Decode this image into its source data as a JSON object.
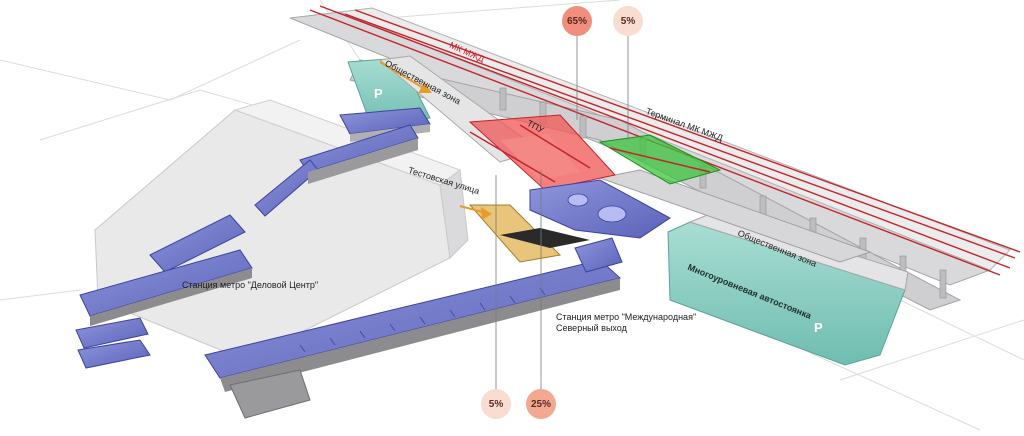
{
  "labels": {
    "mk_mzhd": "МК МЖД",
    "public_zone_top": "Общественная зона",
    "public_zone_bottom": "Общественная зона",
    "tpu": "ТПУ",
    "terminal": "Терминал МК МЖД",
    "testovskaya": "Тестовская улица",
    "metro_delovoy": "Станция метро \"Деловой Центр\"",
    "metro_mezhd_line1": "Станция метро \"Международная\"",
    "metro_mezhd_line2": "Северный выход",
    "parking_garage": "Многоуровневая автостоянка",
    "parking_sign_1": "P",
    "parking_sign_2": "P"
  },
  "percentages": {
    "top_large": "65%",
    "top_small": "5%",
    "bottom_left": "5%",
    "bottom_right": "25%"
  },
  "colors": {
    "red_zone": "#ef5b5b",
    "green_zone": "#3cc43c",
    "blue_structure": "#6b74c9",
    "teal_parking": "#7fc7bb",
    "rail_red": "#c4242a",
    "pct_65": "#f28e7d",
    "pct_25": "#f4a892",
    "pct_5": "#f9ddd0"
  }
}
